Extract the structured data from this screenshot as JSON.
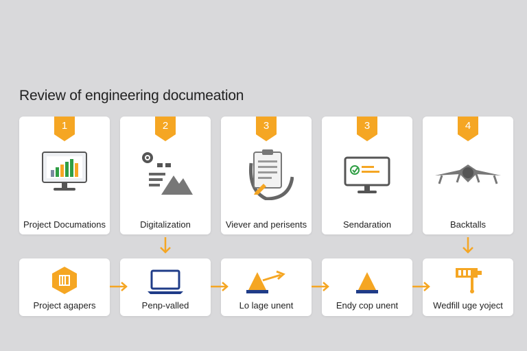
{
  "title": "Review of engineering documeation",
  "colors": {
    "accent": "#f5a623",
    "navy": "#1f3c88",
    "gray": "#777777"
  },
  "top_steps": [
    {
      "number": "1",
      "label": "Project Documations",
      "icon": "monitor-chart-icon"
    },
    {
      "number": "2",
      "label": "Digitalization",
      "icon": "gear-mountain-icon"
    },
    {
      "number": "3",
      "label": "Viever and perisents",
      "icon": "clipboard-icon"
    },
    {
      "number": "3",
      "label": "Sendaration",
      "icon": "monitor-check-icon"
    },
    {
      "number": "4",
      "label": "Backtalls",
      "icon": "drone-icon"
    }
  ],
  "bottom_steps": [
    {
      "label": "Project agapers",
      "icon": "hexagon-icon"
    },
    {
      "label": "Penp-valled",
      "icon": "laptop-icon"
    },
    {
      "label": "Lo lage unent",
      "icon": "cone-arrow-icon"
    },
    {
      "label": "Endy cop unent",
      "icon": "cone-icon"
    },
    {
      "label": "Wedfill uge yoject",
      "icon": "drill-icon"
    }
  ]
}
